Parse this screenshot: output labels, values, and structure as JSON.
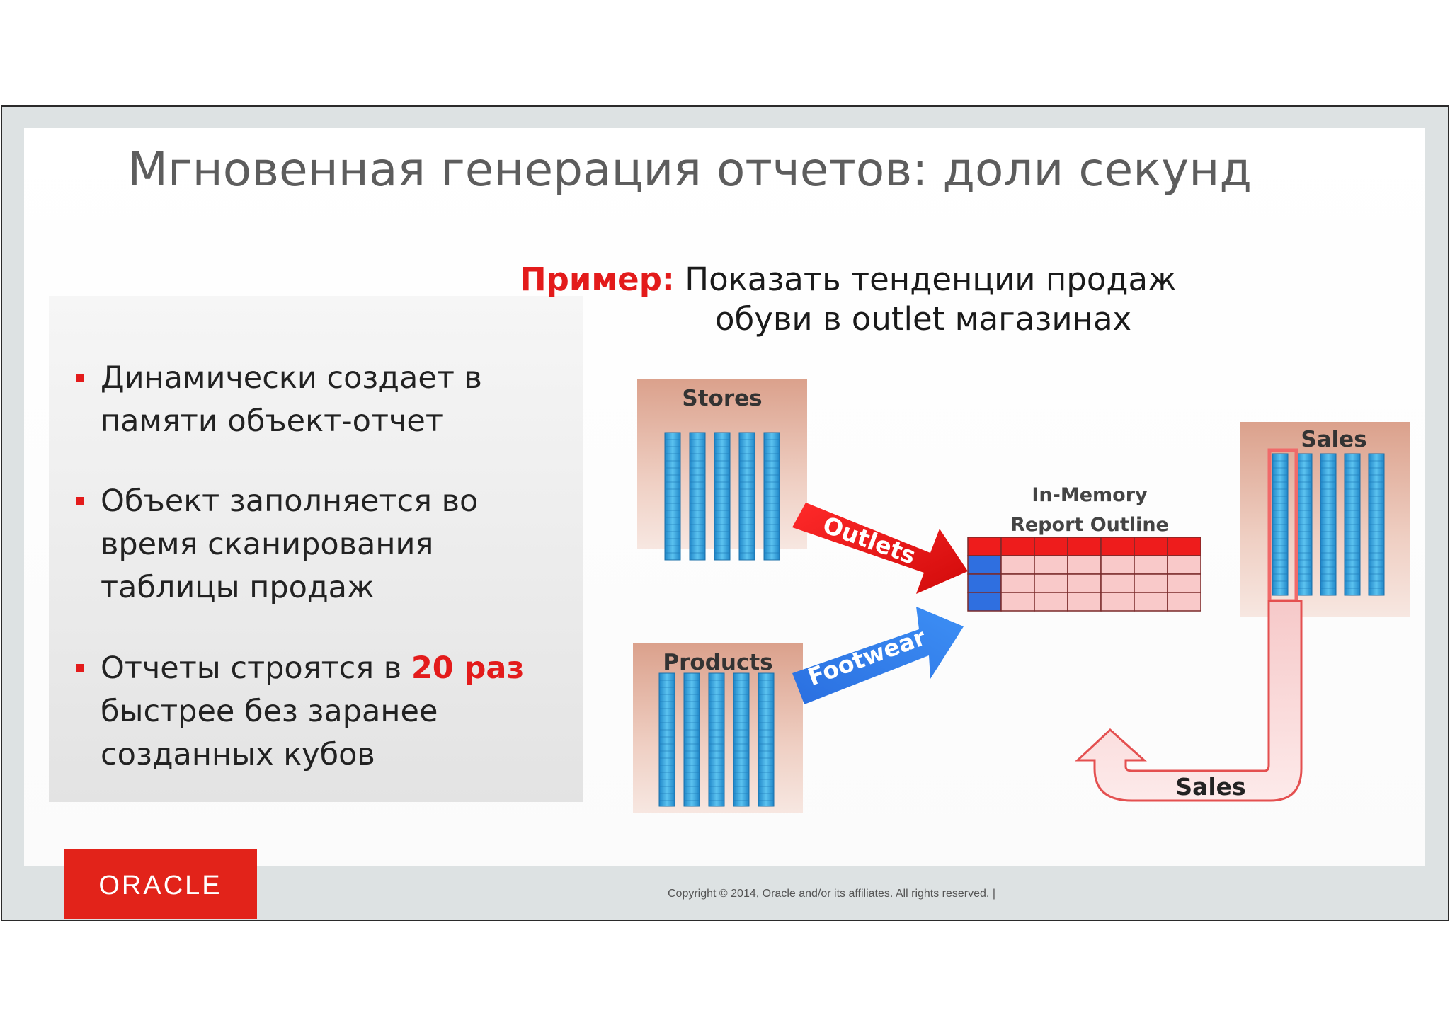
{
  "title": "Мгновенная генерация отчетов: доли секунд",
  "bullets": [
    {
      "text": "Динамически создает в памяти объект-отчет"
    },
    {
      "text": "Объект заполняется во время сканирования таблицы продаж"
    },
    {
      "pre": "Отчеты строятся в ",
      "highlight": "20 раз",
      "post": " быстрее без заранее созданных кубов"
    }
  ],
  "example": {
    "label": "Пример:",
    "line1": " Показать тенденции продаж",
    "line2": "обуви в outlet магазинах"
  },
  "diagram": {
    "stores_label": "Stores",
    "products_label": "Products",
    "sales_table_label": "Sales",
    "outlets_arrow_label": "Outlets",
    "footwear_arrow_label": "Footwear",
    "sales_arrow_label": "Sales",
    "outline_title_line1": "In-Memory",
    "outline_title_line2": "Report Outline",
    "colors": {
      "red": "#e31b1b",
      "blue": "#2f7ff0",
      "column_blue": "#35a8e0",
      "table_bg": "#e9b9a6"
    }
  },
  "footer": {
    "brand": "ORACLE",
    "copyright": "Copyright © 2014, Oracle and/or its affiliates. All rights reserved.  |"
  }
}
